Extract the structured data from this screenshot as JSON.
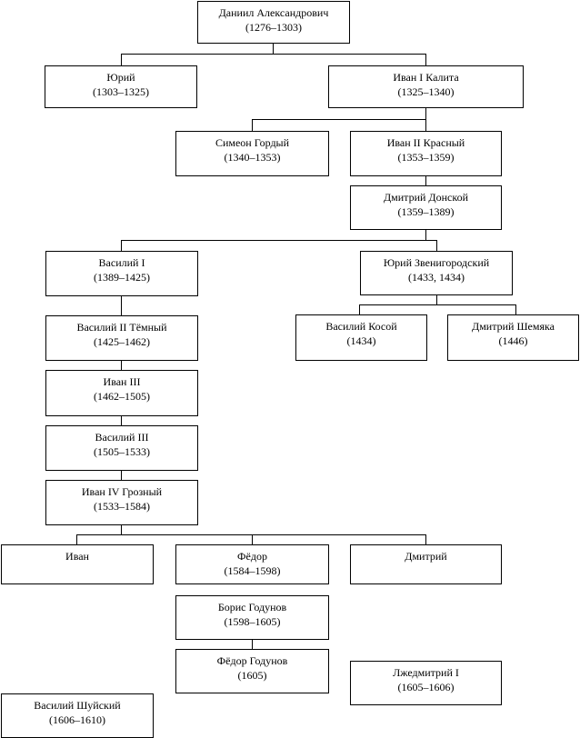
{
  "tree": {
    "daniil": {
      "name": "Даниил Александрович",
      "years": "(1276–1303)"
    },
    "yuri": {
      "name": "Юрий",
      "years": "(1303–1325)"
    },
    "ivan1": {
      "name": "Иван I Калита",
      "years": "(1325–1340)"
    },
    "simeon": {
      "name": "Симеон Гордый",
      "years": "(1340–1353)"
    },
    "ivan2": {
      "name": "Иван II Красный",
      "years": "(1353–1359)"
    },
    "dmitry_d": {
      "name": "Дмитрий Донской",
      "years": "(1359–1389)"
    },
    "vasily1": {
      "name": "Василий I",
      "years": "(1389–1425)"
    },
    "yuri_z": {
      "name": "Юрий Звенигородский",
      "years": "(1433, 1434)"
    },
    "vasily_k": {
      "name": "Василий Косой",
      "years": "(1434)"
    },
    "dmitry_s": {
      "name": "Дмитрий Шемяка",
      "years": "(1446)"
    },
    "vasily2": {
      "name": "Василий II Тёмный",
      "years": "(1425–1462)"
    },
    "ivan3": {
      "name": "Иван III",
      "years": "(1462–1505)"
    },
    "vasily3": {
      "name": "Василий III",
      "years": "(1505–1533)"
    },
    "ivan4": {
      "name": "Иван IV Грозный",
      "years": "(1533–1584)"
    },
    "ivan": {
      "name": "Иван"
    },
    "fyodor": {
      "name": "Фёдор",
      "years": "(1584–1598)"
    },
    "dmitry": {
      "name": "Дмитрий"
    },
    "boris": {
      "name": "Борис Годунов",
      "years": "(1598–1605)"
    },
    "fyodor_g": {
      "name": "Фёдор Годунов",
      "years": "(1605)"
    },
    "lzhe": {
      "name": "Лжедмитрий I",
      "years": "(1605–1606)"
    },
    "shuisky": {
      "name": "Василий Шуйский",
      "years": "(1606–1610)"
    }
  }
}
